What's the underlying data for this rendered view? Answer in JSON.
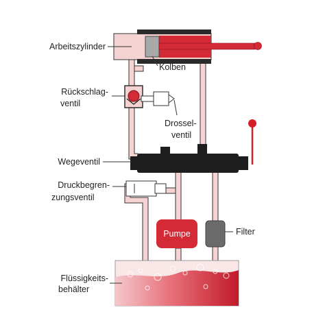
{
  "labels": {
    "cylinder": "Arbeitszylinder",
    "piston": "Kolben",
    "check_valve": [
      "Rückschlag-",
      "ventil"
    ],
    "throttle_valve": [
      "Drossel-",
      "ventil"
    ],
    "directional_valve": "Wegeventil",
    "relief_valve": [
      "Druckbegren-",
      "zungsventil"
    ],
    "pump": "Pumpe",
    "filter": "Filter",
    "reservoir": [
      "Flüssigkeits-",
      "behälter"
    ]
  },
  "colors": {
    "fluid_low": "#f6d3d3",
    "fluid_high": "#d42a36",
    "pipe_outline": "#333333",
    "valve_body": "#1e1e1e",
    "filter_body": "#6b6b6b",
    "lever_knob": "#d41f2b"
  }
}
